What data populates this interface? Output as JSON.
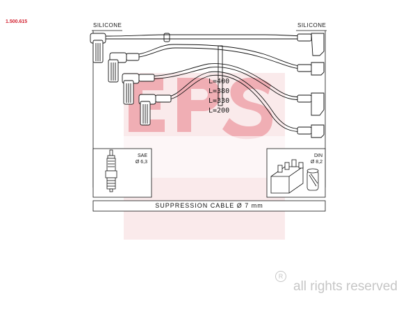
{
  "part_number": "1.500.615",
  "labels": {
    "left_material": "SILICONE",
    "right_material": "SILICONE"
  },
  "lengths": [
    "L=400",
    "L=380",
    "L=330",
    "L=200"
  ],
  "left_box": {
    "line1": "SAE",
    "line2": "Ø 6,3"
  },
  "right_box": {
    "line1": "DIN",
    "line2": "Ø 8,2"
  },
  "cable_note": "SUPPRESSION CABLE  Ø  7 mm",
  "watermark": {
    "logo_text": "EPS",
    "rights": "all rights reserved",
    "reg_mark": "R"
  },
  "colors": {
    "brand_red": "#d2202f",
    "watermark_red": "#f3c2c5",
    "watermark_gray": "#c6c6c6",
    "line": "#111111"
  }
}
